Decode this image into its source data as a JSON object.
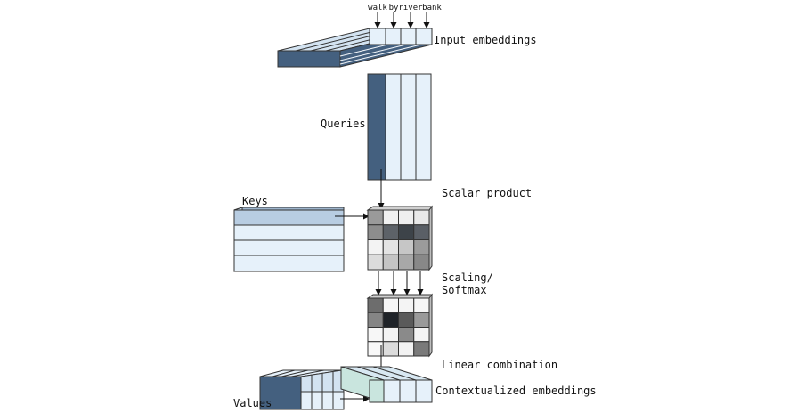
{
  "tokens": [
    "walk",
    "by",
    "river",
    "bank"
  ],
  "labels": {
    "input_embeddings": "Input embeddings",
    "queries": "Queries",
    "keys": "Keys",
    "scalar_product": "Scalar product",
    "scaling_line1": "Scaling/",
    "scaling_line2": "Softmax",
    "linear_combination": "Linear combination",
    "contextualized_embeddings": "Contextualized embeddings",
    "values": "Values"
  },
  "colors": {
    "dark_blue": "#44607f",
    "light_blue": "#e6f1fa",
    "pale_blue": "#d3e3f1",
    "keys_highlight": "#b8cde2",
    "edge": "#333333",
    "context_highlight": "#c9e5de"
  },
  "matrices": {
    "scalar_product": [
      [
        "#9a9a9a",
        "#f1f1f1",
        "#efefef",
        "#e9e9e9"
      ],
      [
        "#8d8d8d",
        "#5d6268",
        "#3d4349",
        "#5a5f66"
      ],
      [
        "#f3f3f3",
        "#e3e3e3",
        "#c6c6c6",
        "#9b9b9b"
      ],
      [
        "#dcdcdc",
        "#c4c4c4",
        "#a8a8a8",
        "#888888"
      ]
    ],
    "softmax": [
      [
        "#6d6d6d",
        "#f6f6f6",
        "#f4f4f4",
        "#f7f7f7"
      ],
      [
        "#858585",
        "#1f2328",
        "#5a5a5a",
        "#9a9a9a"
      ],
      [
        "#f7f7f7",
        "#f3f3f3",
        "#8a8a8a",
        "#f4f4f4"
      ],
      [
        "#f8f8f8",
        "#dcdcdc",
        "#f2f2f2",
        "#7a7a7a"
      ]
    ]
  }
}
